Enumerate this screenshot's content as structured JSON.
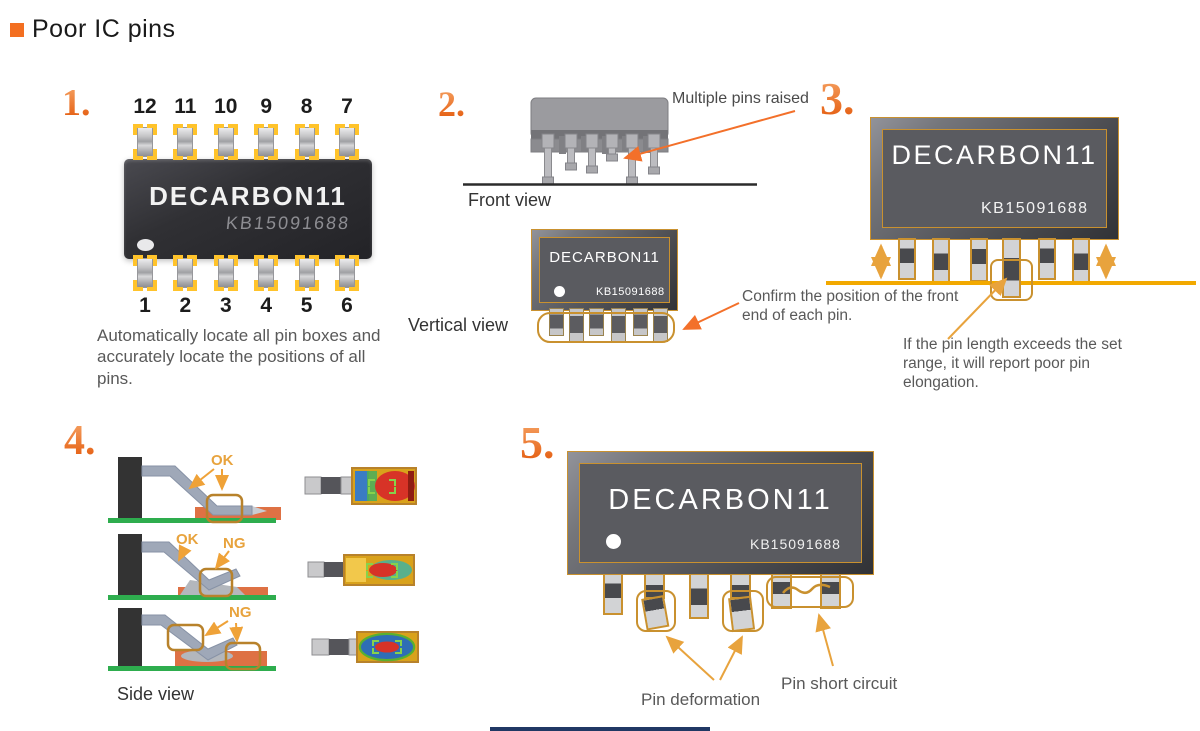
{
  "title": {
    "text": "Poor IC pins"
  },
  "chip": {
    "name": "DECARBON11",
    "code": "KB15091688"
  },
  "colors": {
    "accent_orange": "#F36F21",
    "annotation_gold": "#E8A33D",
    "outline_gold": "#C9912F",
    "arrow_orange": "#F3702A",
    "bracket_yellow": "#FFC32B",
    "baseline_gold": "#F2A900",
    "pcb_green": "#2EAD4E",
    "pad_orange": "#DE7144",
    "footer_navy": "#203864"
  },
  "sections": {
    "s1": {
      "number": "1.",
      "top_pin_numbers": [
        "12",
        "11",
        "10",
        "9",
        "8",
        "7"
      ],
      "bottom_pin_numbers": [
        "1",
        "2",
        "3",
        "4",
        "5",
        "6"
      ],
      "caption": "Automatically locate all pin boxes and accurately locate the positions of all pins."
    },
    "s2": {
      "number": "2.",
      "annotation": "Multiple pins raised",
      "front_view_label": "Front view",
      "vertical_view_label": "Vertical view"
    },
    "s3": {
      "number": "3.",
      "note_confirm": "Confirm the position of the front end of each pin.",
      "note_exceed": "If the pin length exceeds the set range, it will report poor pin elongation."
    },
    "s4": {
      "number": "4.",
      "ok_label": "OK",
      "ng_label": "NG",
      "side_view_label": "Side view"
    },
    "s5": {
      "number": "5.",
      "pin_deformation_label": "Pin deformation",
      "pin_short_label": "Pin short circuit"
    }
  }
}
